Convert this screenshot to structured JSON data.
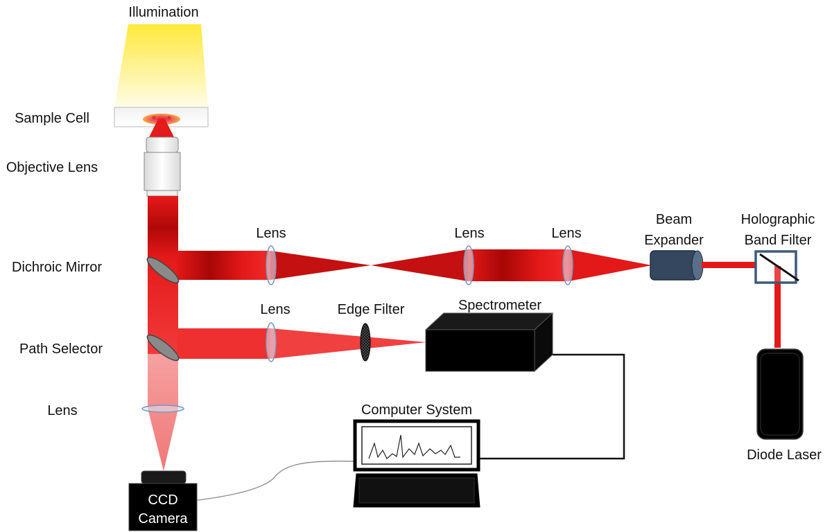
{
  "labels": {
    "illumination": "Illumination",
    "sample_cell": "Sample Cell",
    "objective_lens": "Objective Lens",
    "dichroic_mirror": "Dichroic Mirror",
    "path_selector": "Path Selector",
    "lens_left": "Lens",
    "lens_top_1": "Lens",
    "lens_top_2": "Lens",
    "lens_top_3": "Lens",
    "lens_mid": "Lens",
    "edge_filter": "Edge Filter",
    "spectrometer": "Spectrometer",
    "beam_expander_1": "Beam",
    "beam_expander_2": "Expander",
    "holographic_1": "Holographic",
    "holographic_2": "Band Filter",
    "computer_system": "Computer System",
    "ccd_1": "CCD",
    "ccd_2": "Camera",
    "diode_laser": "Diode Laser"
  },
  "colors": {
    "laser_red": "#e31818",
    "laser_dark": "#a00000",
    "illumination_yellow": "#fff27a",
    "device_black": "#000000",
    "beam_expander": "#34475e",
    "filter_frame": "#3d5a78",
    "lens_blue": "#c8d8ee"
  }
}
